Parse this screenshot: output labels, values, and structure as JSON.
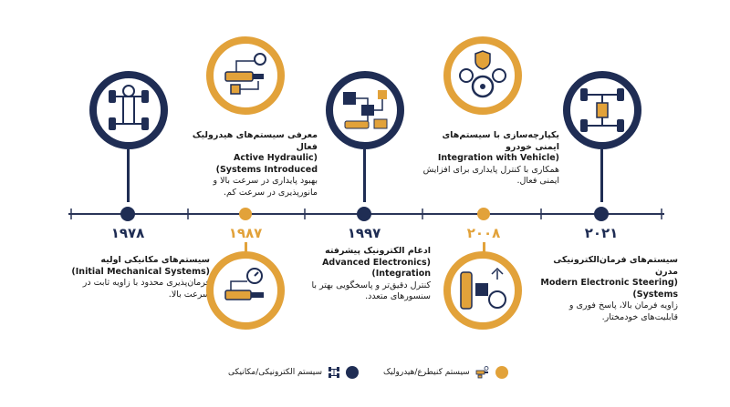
{
  "colors": {
    "navy": "#1f2d54",
    "orange": "#e2a23a",
    "axis": "#2a3558"
  },
  "milestones": [
    {
      "year": "۱۹۷۸",
      "color": "navy",
      "title": "سیستم‌های مکانیکی اولیه",
      "title_en": "(Initial Mechanical Systems)",
      "desc": "فرمان‌پذیری محدود با زاویه ثابت در سرعت بالا.",
      "icon": "mechanical-chassis-icon"
    },
    {
      "year": "۱۹۸۷",
      "color": "orange",
      "title": "معرفی سیستم‌های هیدرولیک فعال",
      "title_en": "(Active Hydraulic Systems Introduced)",
      "desc": "بهبود پایداری در سرعت بالا و مانورپذیری در سرعت کم.",
      "icon": "hydraulic-system-icon"
    },
    {
      "year": "۱۹۹۷",
      "color": "navy",
      "title": "ادغام الکترونیک پیشرفته",
      "title_en": "(Advanced Electronics Integration)",
      "desc": "کنترل دقیق‌تر و پاسخگویی بهتر با سنسورهای متعدد.",
      "icon": "electronics-circuit-icon"
    },
    {
      "year": "۲۰۰۸",
      "color": "orange",
      "title": "یکپارچه‌سازی با سیستم‌های ایمنی خودرو",
      "title_en": "(Integration with Vehicle",
      "desc": "همکاری با کنترل پایداری برای افزایش ایمنی فعال.",
      "icon": "vehicle-safety-icon"
    },
    {
      "year": "۲۰۲۱",
      "color": "navy",
      "title": "سیستم‌های فرمان‌الکترونیکی مدرن",
      "title_en": "(Modern Electronic Steering Systems)",
      "desc": "زاویه فرمان بالا، پاسخ فوری و قابلیت‌های خودمختار.",
      "icon": "modern-steering-chassis-icon"
    }
  ],
  "legend": {
    "navy_label": "سیستم الکترونیکی/مکانیکی",
    "orange_label": "سیستم کنیطرع/هیدرولیک"
  }
}
